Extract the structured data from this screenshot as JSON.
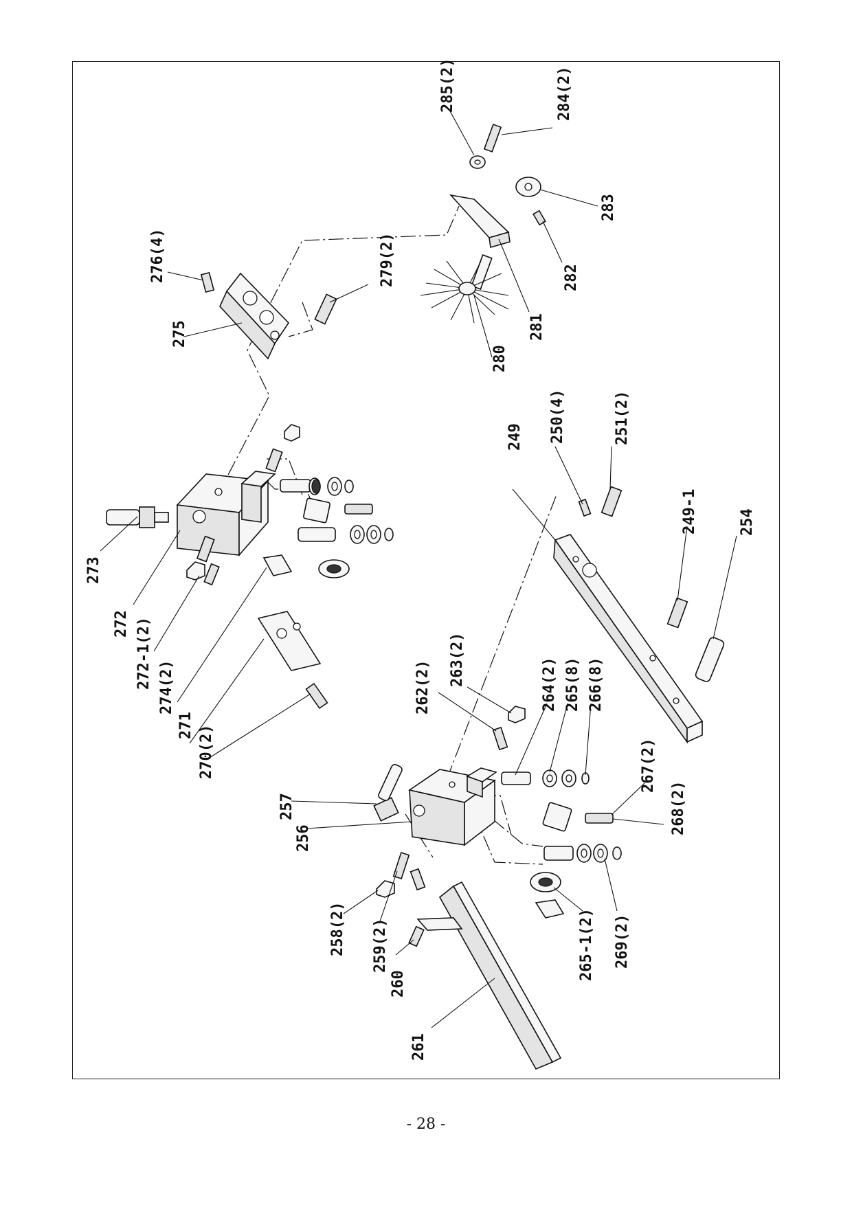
{
  "page_number": "- 28 -",
  "labels": {
    "p249": "249",
    "p249_1": "249-1",
    "p250": "250(4)",
    "p251": "251(2)",
    "p254": "254",
    "p256": "256",
    "p257": "257",
    "p258": "258(2)",
    "p259": "259(2)",
    "p260": "260",
    "p261": "261",
    "p262": "262(2)",
    "p263": "263(2)",
    "p264": "264(2)",
    "p265": "265(8)",
    "p265_1": "265-1(2)",
    "p266": "266(8)",
    "p267": "267(2)",
    "p268": "268(2)",
    "p269": "269(2)",
    "p270": "270(2)",
    "p271": "271",
    "p272": "272",
    "p272_1": "272-1(2)",
    "p273": "273",
    "p274": "274(2)",
    "p275": "275",
    "p276": "276(4)",
    "p279": "279(2)",
    "p280": "280",
    "p281": "281",
    "p282": "282",
    "p283": "283",
    "p284": "284(2)",
    "p285": "285(2)"
  }
}
